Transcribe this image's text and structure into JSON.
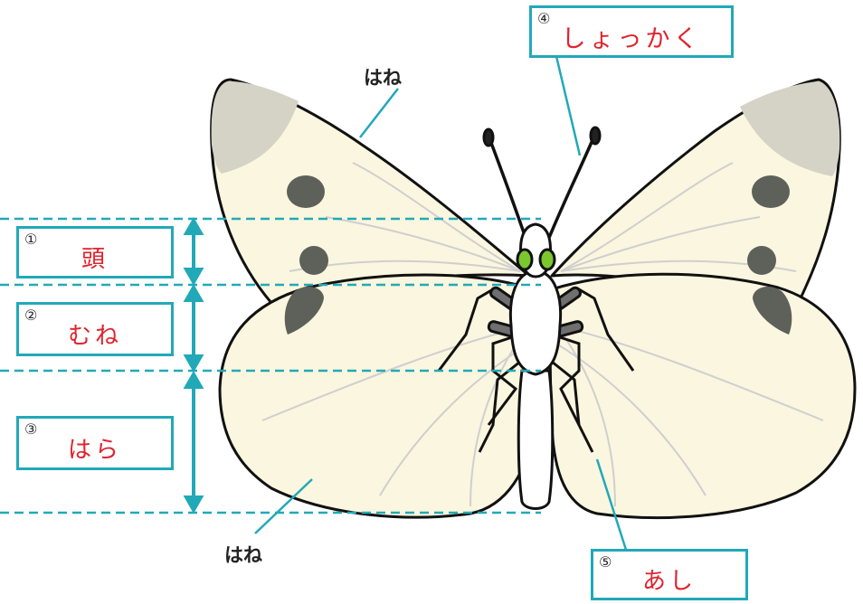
{
  "labels": {
    "head": {
      "num": "①",
      "text": "頭"
    },
    "thorax": {
      "num": "②",
      "text": "むね"
    },
    "abdomen": {
      "num": "③",
      "text": "はら"
    },
    "antenna": {
      "num": "④",
      "text": "しょっかく"
    },
    "legs": {
      "num": "⑤",
      "text": "あし"
    }
  },
  "wing_labels": {
    "top": "はね",
    "bottom": "はね"
  },
  "colors": {
    "accent": "#21a9b8",
    "label_text": "#e0232d",
    "wing_fill": "#fbf6df",
    "wing_patch": "#d4d3c5",
    "wing_spot": "#5e605a",
    "eye": "#7bc72d",
    "leg": "#6f6f6f"
  }
}
